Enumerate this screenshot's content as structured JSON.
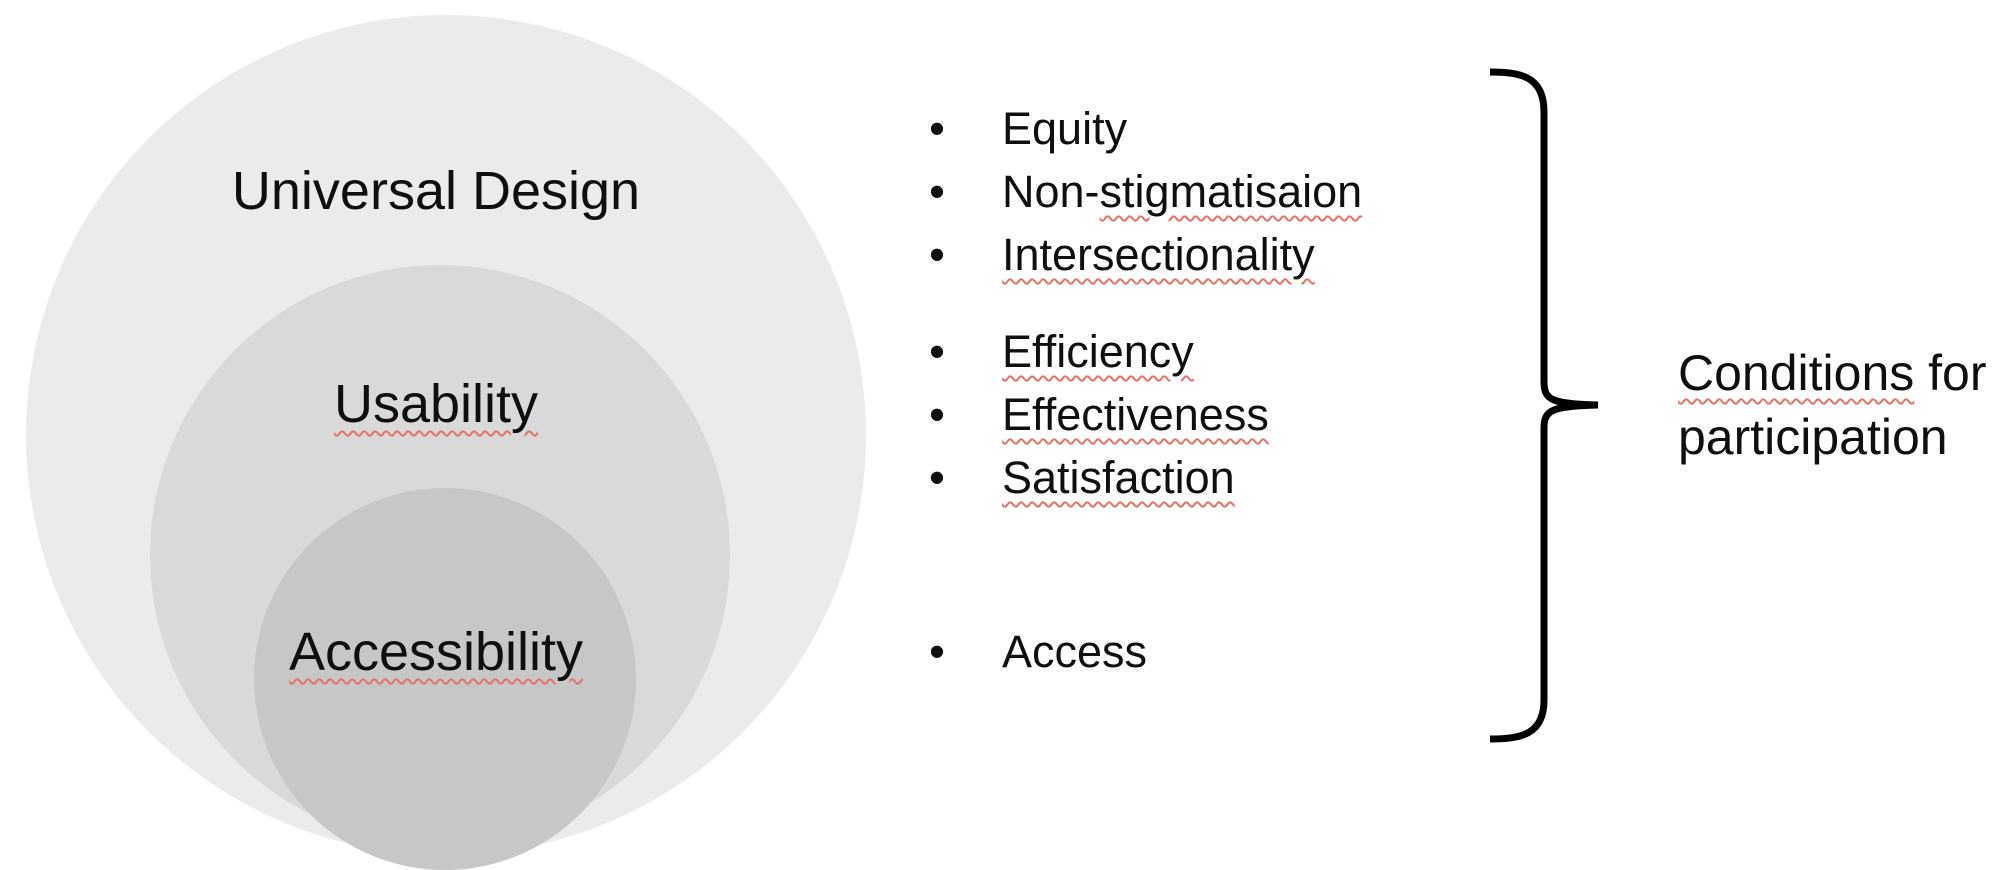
{
  "venn": {
    "circles": [
      {
        "name": "universal-design",
        "label": "Universal Design",
        "fill": "#ebebeb",
        "spellcheck_underline": false
      },
      {
        "name": "usability",
        "label": "Usability",
        "fill": "#d9d9d9",
        "spellcheck_underline": true
      },
      {
        "name": "accessibility",
        "label": "Accessibility",
        "fill": "#c7c7c7",
        "spellcheck_underline": true
      }
    ]
  },
  "bullets": {
    "bullet_char": "•",
    "groups": [
      {
        "items": [
          {
            "text": "Equity",
            "spellcheck_underline": false
          },
          {
            "prefix": "Non-",
            "underlined": "stigmatisaion"
          },
          {
            "text": "Intersectionality",
            "spellcheck_underline": true
          }
        ]
      },
      {
        "items": [
          {
            "text": "Efficiency",
            "spellcheck_underline": true
          },
          {
            "text": "Effectiveness",
            "spellcheck_underline": true
          },
          {
            "text": "Satisfaction",
            "spellcheck_underline": true
          }
        ]
      },
      {
        "items": [
          {
            "text": "Access",
            "spellcheck_underline": false
          }
        ]
      }
    ]
  },
  "caption": {
    "underlined": "Conditions",
    "rest_line1": " for",
    "line2": "participation"
  },
  "colors": {
    "text": "#0f0f0f",
    "brace": "#000000",
    "spellcheck_squiggle": "#e2736b",
    "circle_outer": "#ebebeb",
    "circle_middle": "#d9d9d9",
    "circle_inner": "#c7c7c7",
    "background": "#ffffff"
  }
}
